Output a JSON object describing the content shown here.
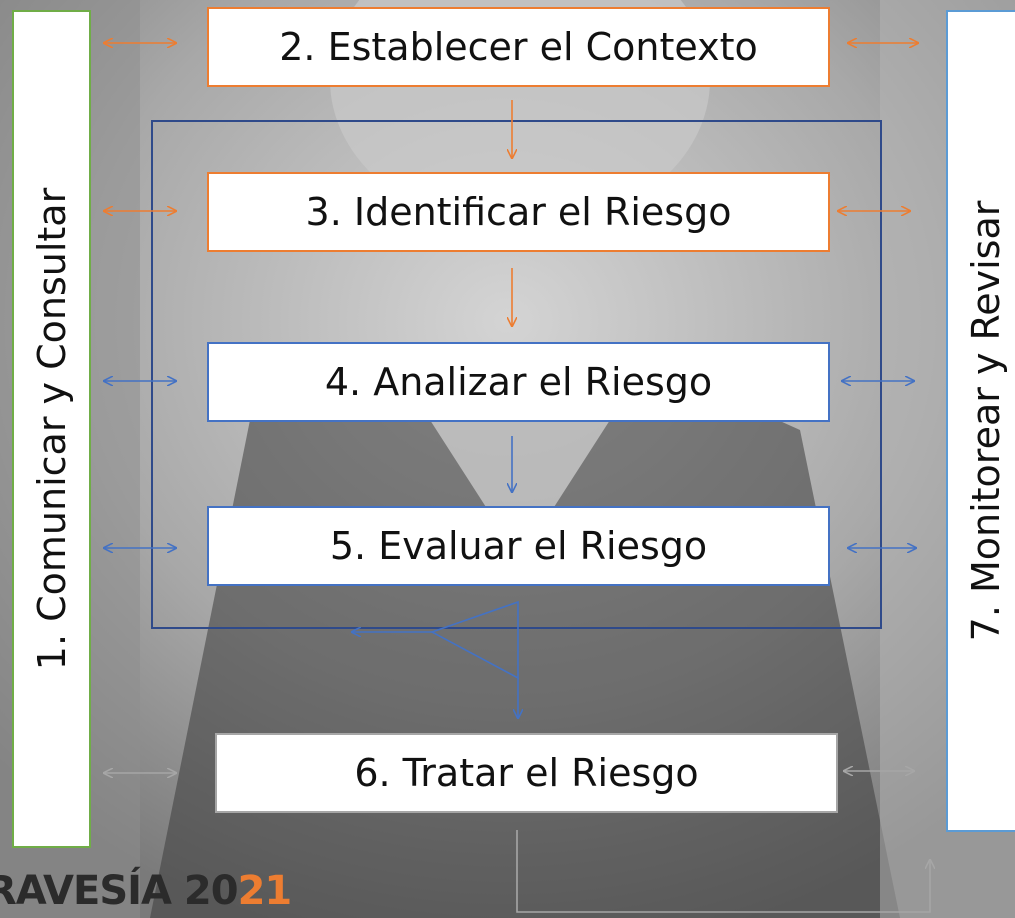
{
  "diagram": {
    "steps": {
      "communicate": "1. Comunicar y Consultar",
      "context": "2. Establecer el Contexto",
      "identify": "3. Identificar el Riesgo",
      "analyze": "4. Analizar el Riesgo",
      "evaluate": "5. Evaluar el Riesgo",
      "treat": "6. Tratar el Riesgo",
      "monitor": "7. Monitorear y Revisar"
    }
  },
  "logo": {
    "text_main": "RAVESÍA 20",
    "text_accent": "21"
  },
  "colors": {
    "orange": "#ed7d31",
    "blue": "#4472c4",
    "navy": "#2f4a8a",
    "gray": "#a6a6a6",
    "green": "#70ad47",
    "light_blue": "#5b9bd5"
  }
}
